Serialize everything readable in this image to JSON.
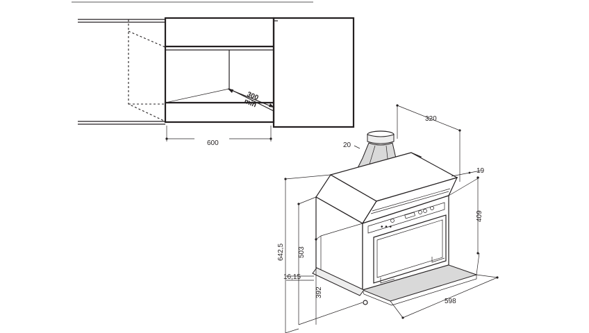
{
  "dimensions": {
    "cabinet_width": "600",
    "cabinet_depth_a": "300",
    "cabinet_depth_b": "min",
    "depth_top": "320",
    "flange_offset": "20",
    "side_offset": "19",
    "front_height": "409",
    "total_height": "642,5",
    "body_height": "503",
    "bottom_offset": "16,15",
    "lower_height": "392",
    "front_width": "598"
  },
  "colors": {
    "line": "#231f20",
    "background": "#ffffff"
  }
}
